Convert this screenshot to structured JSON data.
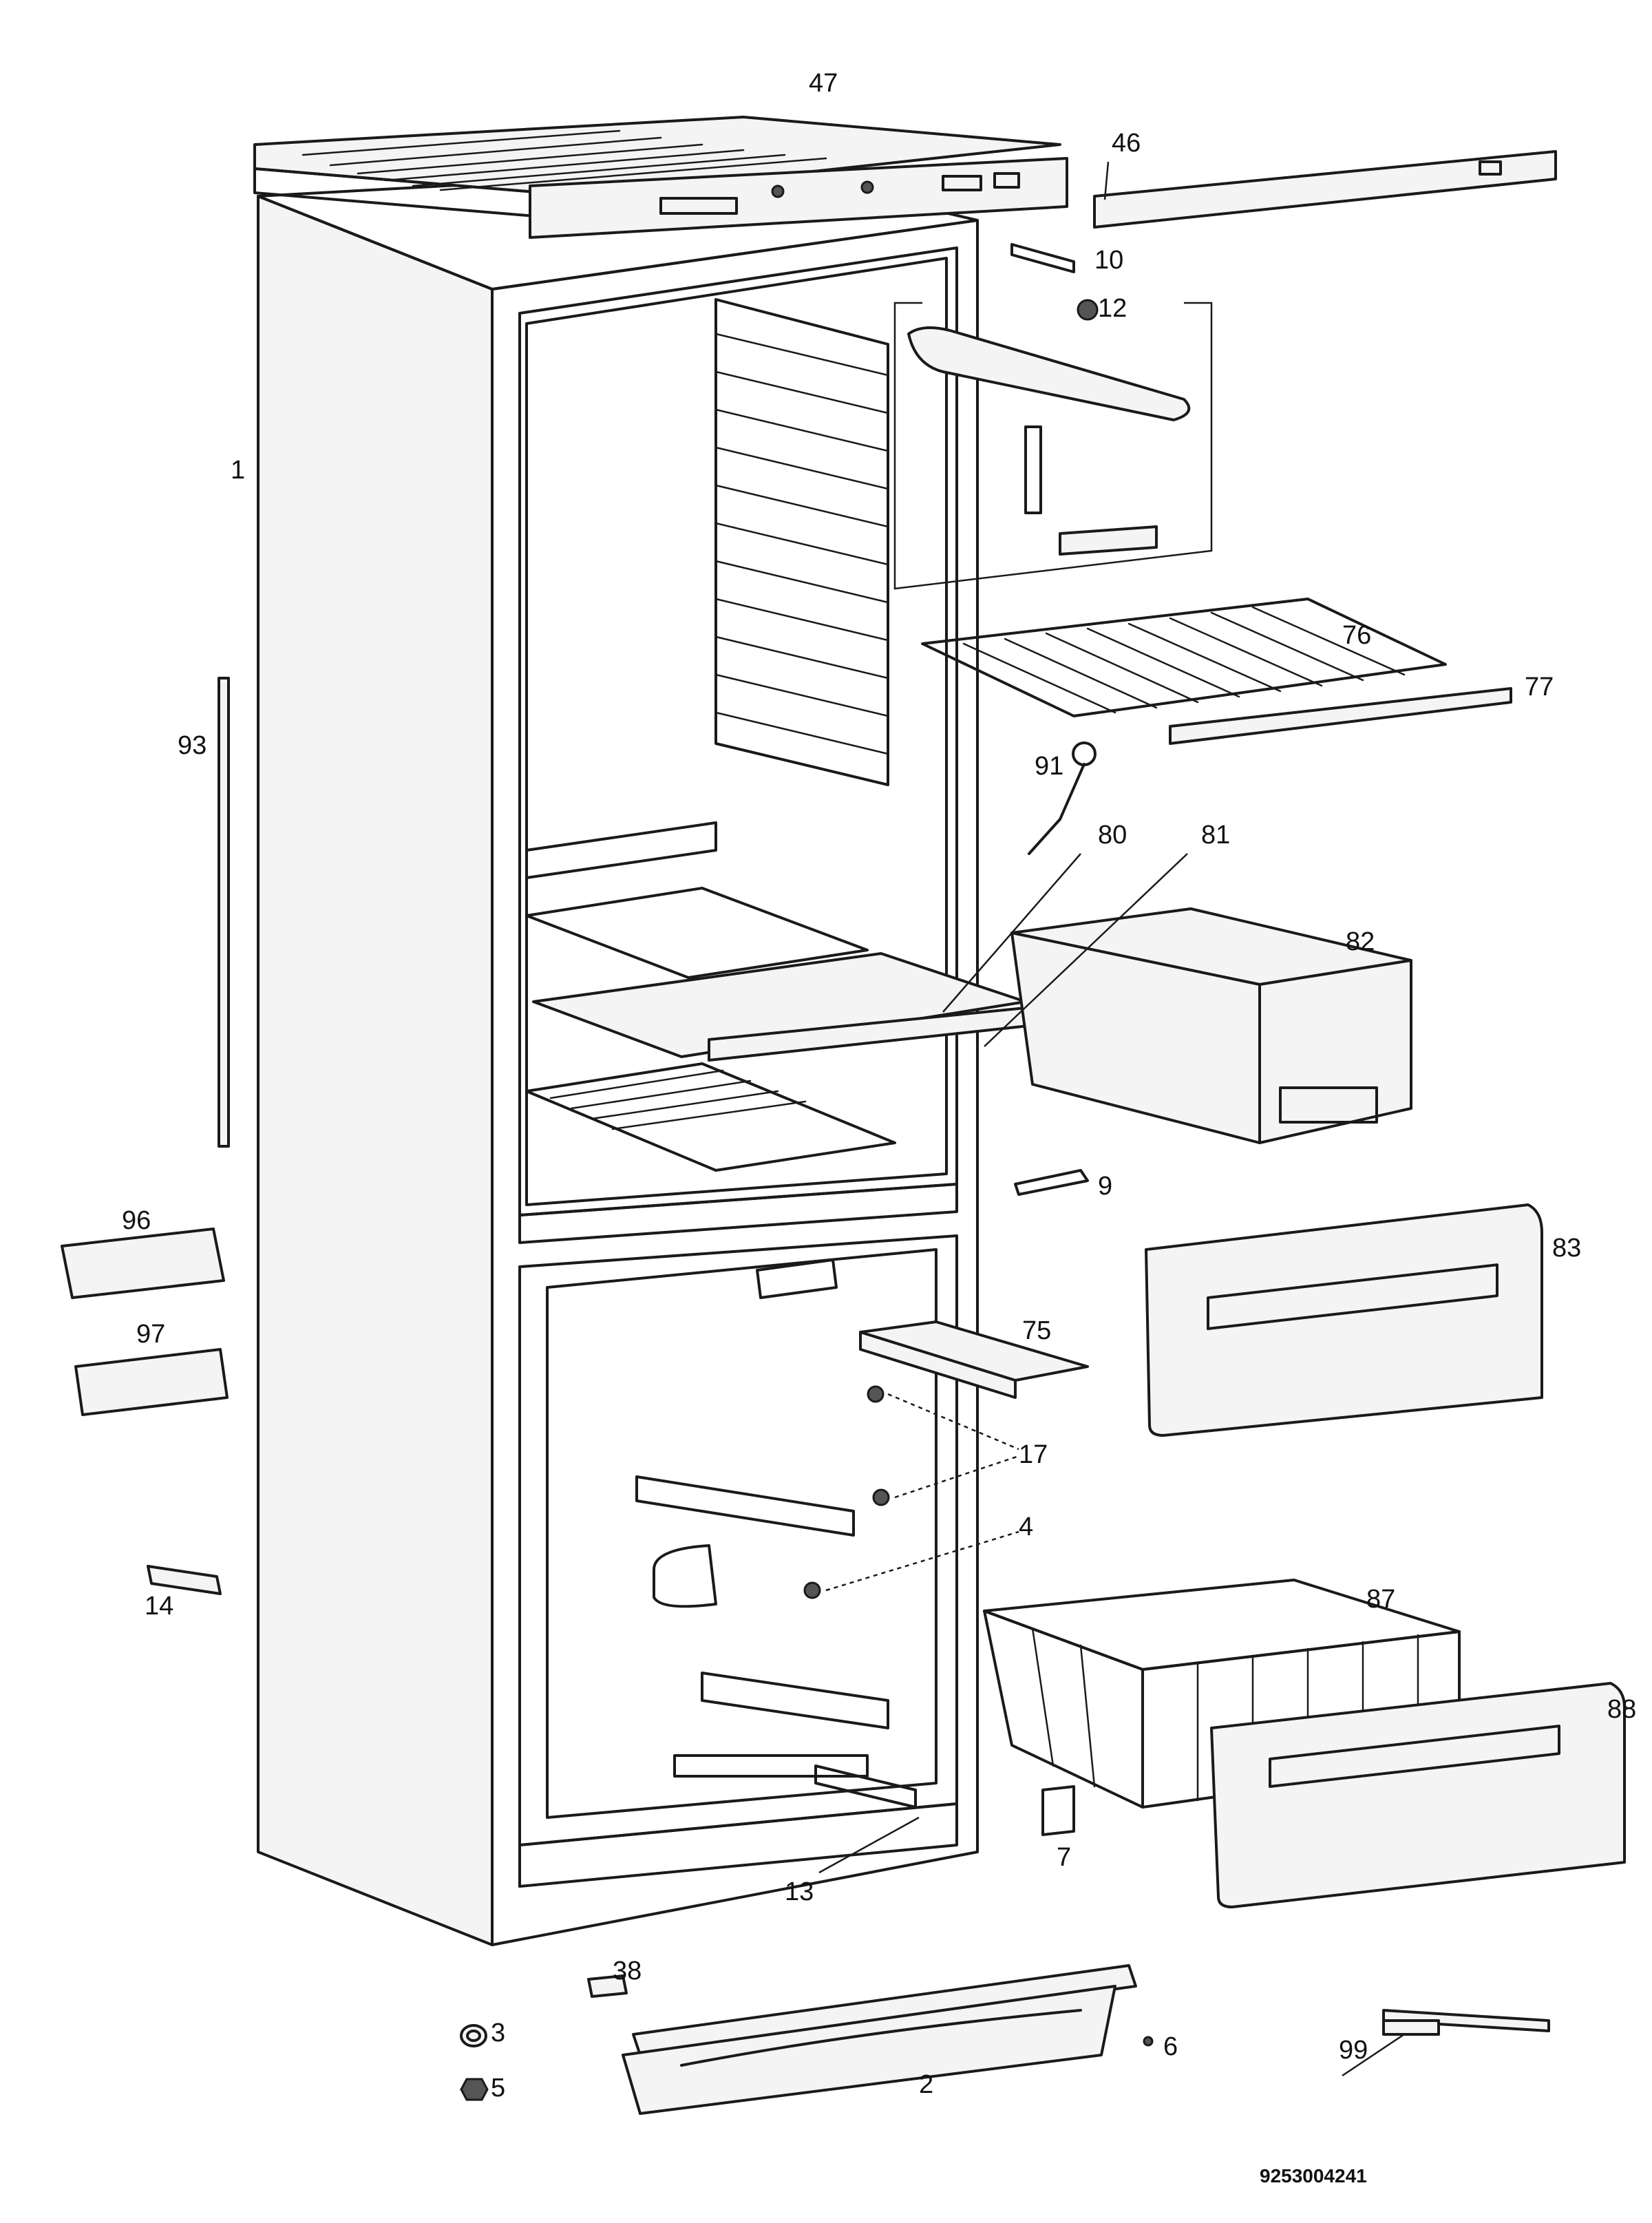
{
  "parts": [
    {
      "id": "p1",
      "num": "1"
    },
    {
      "id": "p2",
      "num": "2"
    },
    {
      "id": "p3",
      "num": "3"
    },
    {
      "id": "p4",
      "num": "4"
    },
    {
      "id": "p5",
      "num": "5"
    },
    {
      "id": "p6",
      "num": "6"
    },
    {
      "id": "p7",
      "num": "7"
    },
    {
      "id": "p9",
      "num": "9"
    },
    {
      "id": "p10",
      "num": "10"
    },
    {
      "id": "p12",
      "num": "12"
    },
    {
      "id": "p13",
      "num": "13"
    },
    {
      "id": "p14",
      "num": "14"
    },
    {
      "id": "p17",
      "num": "17"
    },
    {
      "id": "p38",
      "num": "38"
    },
    {
      "id": "p46",
      "num": "46"
    },
    {
      "id": "p47",
      "num": "47"
    },
    {
      "id": "p75",
      "num": "75"
    },
    {
      "id": "p76",
      "num": "76"
    },
    {
      "id": "p77",
      "num": "77"
    },
    {
      "id": "p80",
      "num": "80"
    },
    {
      "id": "p81",
      "num": "81"
    },
    {
      "id": "p82",
      "num": "82"
    },
    {
      "id": "p83",
      "num": "83"
    },
    {
      "id": "p87",
      "num": "87"
    },
    {
      "id": "p88",
      "num": "88"
    },
    {
      "id": "p91",
      "num": "91"
    },
    {
      "id": "p93",
      "num": "93"
    },
    {
      "id": "p96",
      "num": "96"
    },
    {
      "id": "p97",
      "num": "97"
    },
    {
      "id": "p99",
      "num": "99"
    }
  ],
  "drawing_code": "9253004241"
}
